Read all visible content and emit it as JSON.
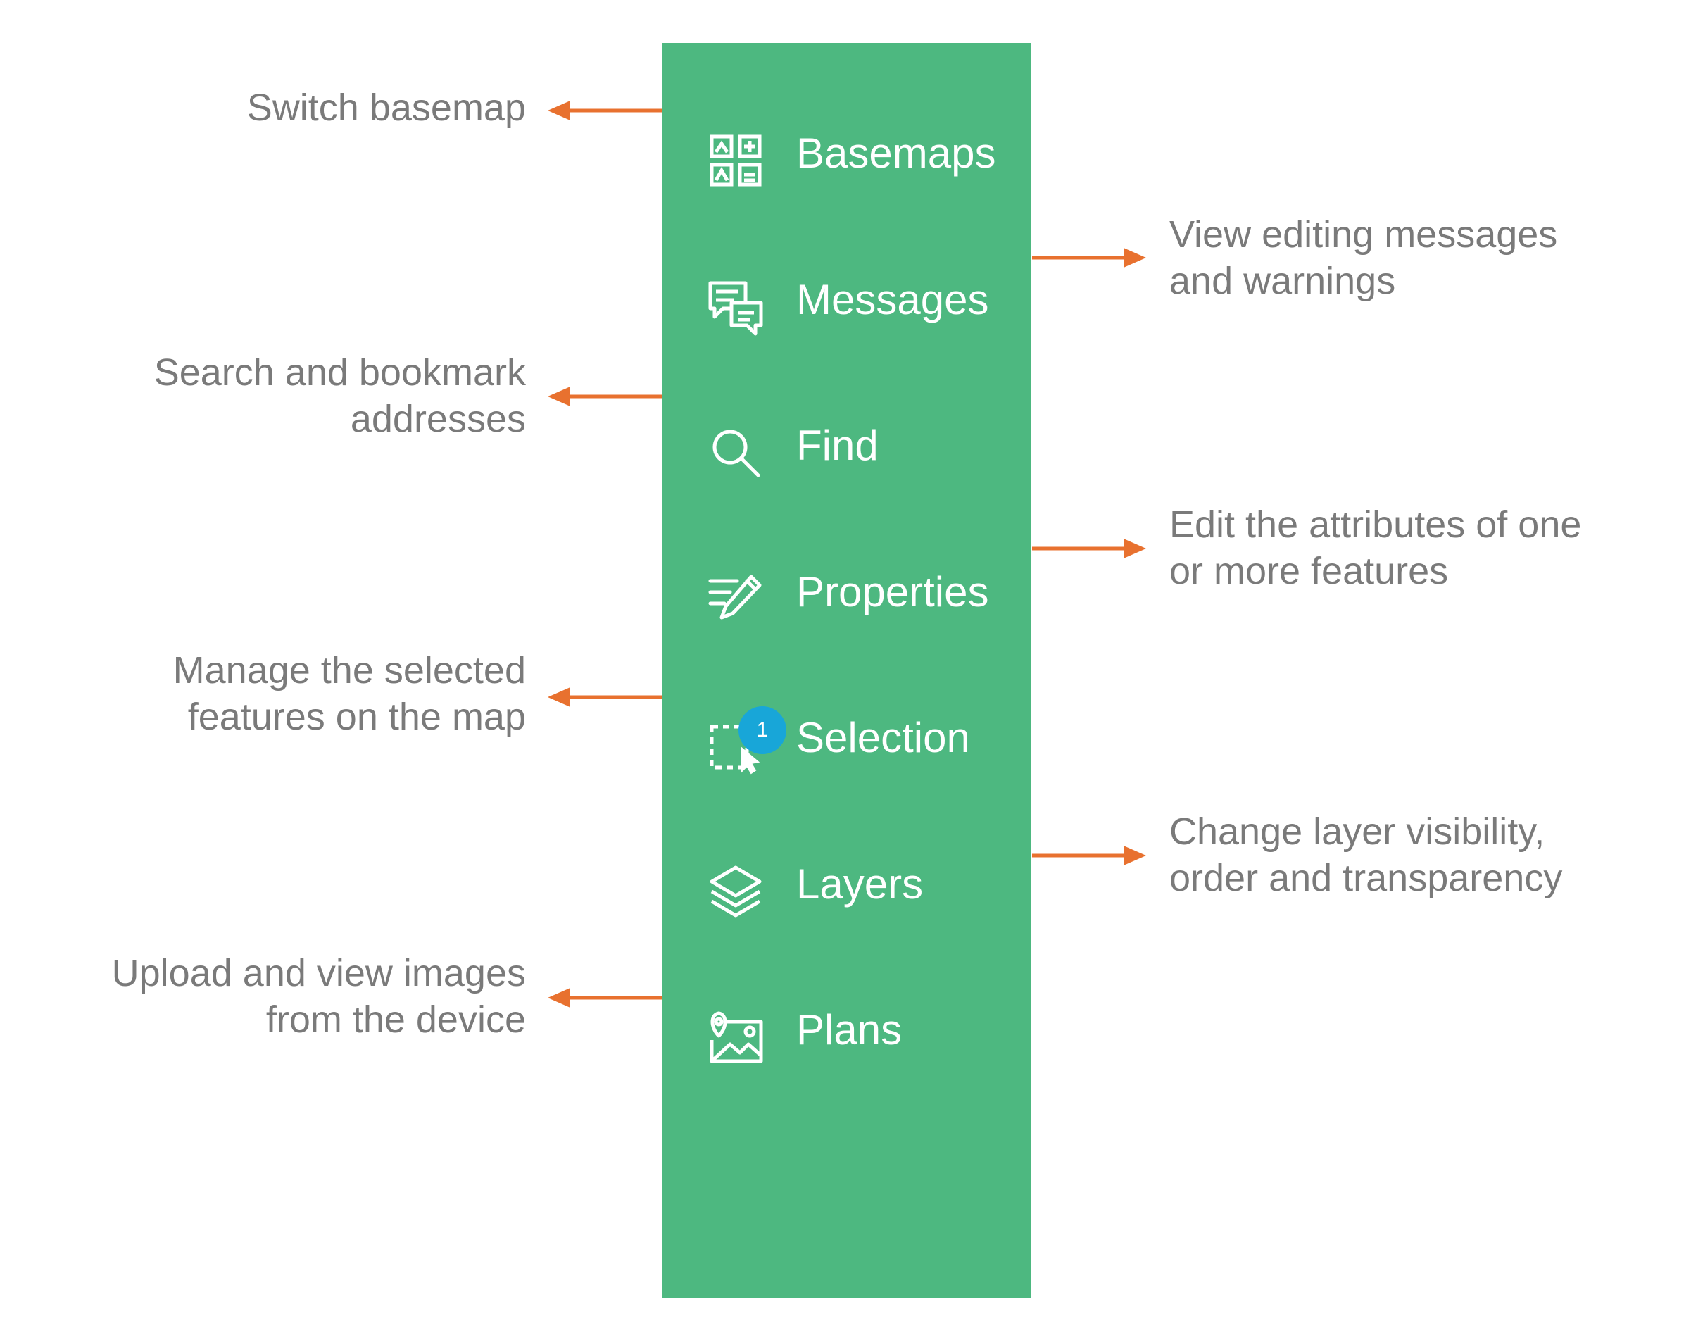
{
  "panel": {
    "background": "#4db880",
    "items": [
      {
        "label": "Basemaps",
        "icon": "basemap-grid-icon"
      },
      {
        "label": "Messages",
        "icon": "messages-icon"
      },
      {
        "label": "Find",
        "icon": "search-icon"
      },
      {
        "label": "Properties",
        "icon": "edit-properties-icon"
      },
      {
        "label": "Selection",
        "icon": "selection-cursor-icon",
        "badge": "1"
      },
      {
        "label": "Layers",
        "icon": "layers-icon"
      },
      {
        "label": "Plans",
        "icon": "plans-image-icon"
      }
    ]
  },
  "callouts": [
    {
      "side": "left",
      "lines": [
        "Switch basemap"
      ]
    },
    {
      "side": "right",
      "lines": [
        "View editing messages",
        "and warnings"
      ]
    },
    {
      "side": "left",
      "lines": [
        "Search and bookmark",
        "addresses"
      ]
    },
    {
      "side": "right",
      "lines": [
        "Edit the attributes of one",
        "or more features"
      ]
    },
    {
      "side": "left",
      "lines": [
        "Manage the selected",
        "features on the map"
      ]
    },
    {
      "side": "right",
      "lines": [
        "Change layer visibility,",
        "order and transparency"
      ]
    },
    {
      "side": "left",
      "lines": [
        "Upload and view images",
        "from the device"
      ]
    }
  ],
  "colors": {
    "arrow": "#e8712f",
    "callout_text": "#7a7a7a",
    "badge": "#18a6d8",
    "label": "#ffffff"
  }
}
